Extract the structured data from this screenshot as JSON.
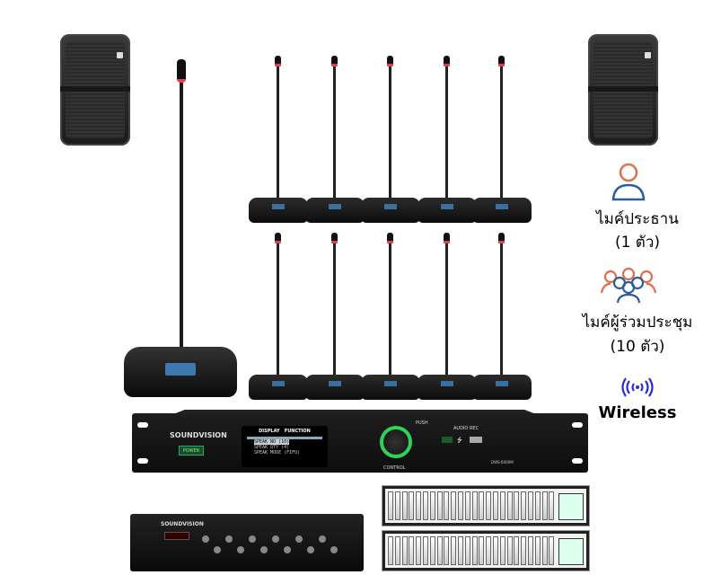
{
  "legend": {
    "chairman": {
      "icon": "person-icon",
      "label": "ไมค์ประธาน",
      "count": "(1 ตัว)"
    },
    "delegate": {
      "icon": "group-icon",
      "label": "ไมค์ผู้ร่วมประชุม",
      "count": "(10 ตัว)"
    },
    "wireless": {
      "icon": "wireless-signal-icon",
      "label": "Wireless"
    }
  },
  "main_unit": {
    "brand": "SOUNDVISION",
    "power_label": "POWER",
    "display_title": "DISPLAY   FUNCTION",
    "display_lines": [
      "SPEAK NO (10)",
      "SPEAK QTY (4)",
      "SPEAK MODE (FIFO)"
    ],
    "push_label": "PUSH",
    "control_label": "CONTROL",
    "audio_rec_label": "AUDIO REC",
    "model": "DWS-6000M"
  },
  "amplifier": {
    "brand": "SOUNDVISION"
  },
  "delegate_mic_count": 10,
  "colors": {
    "orange": "#e0704a",
    "blue": "#2f5d9a",
    "wireless": "#2b2bd6",
    "ring": "#2ed25a"
  }
}
